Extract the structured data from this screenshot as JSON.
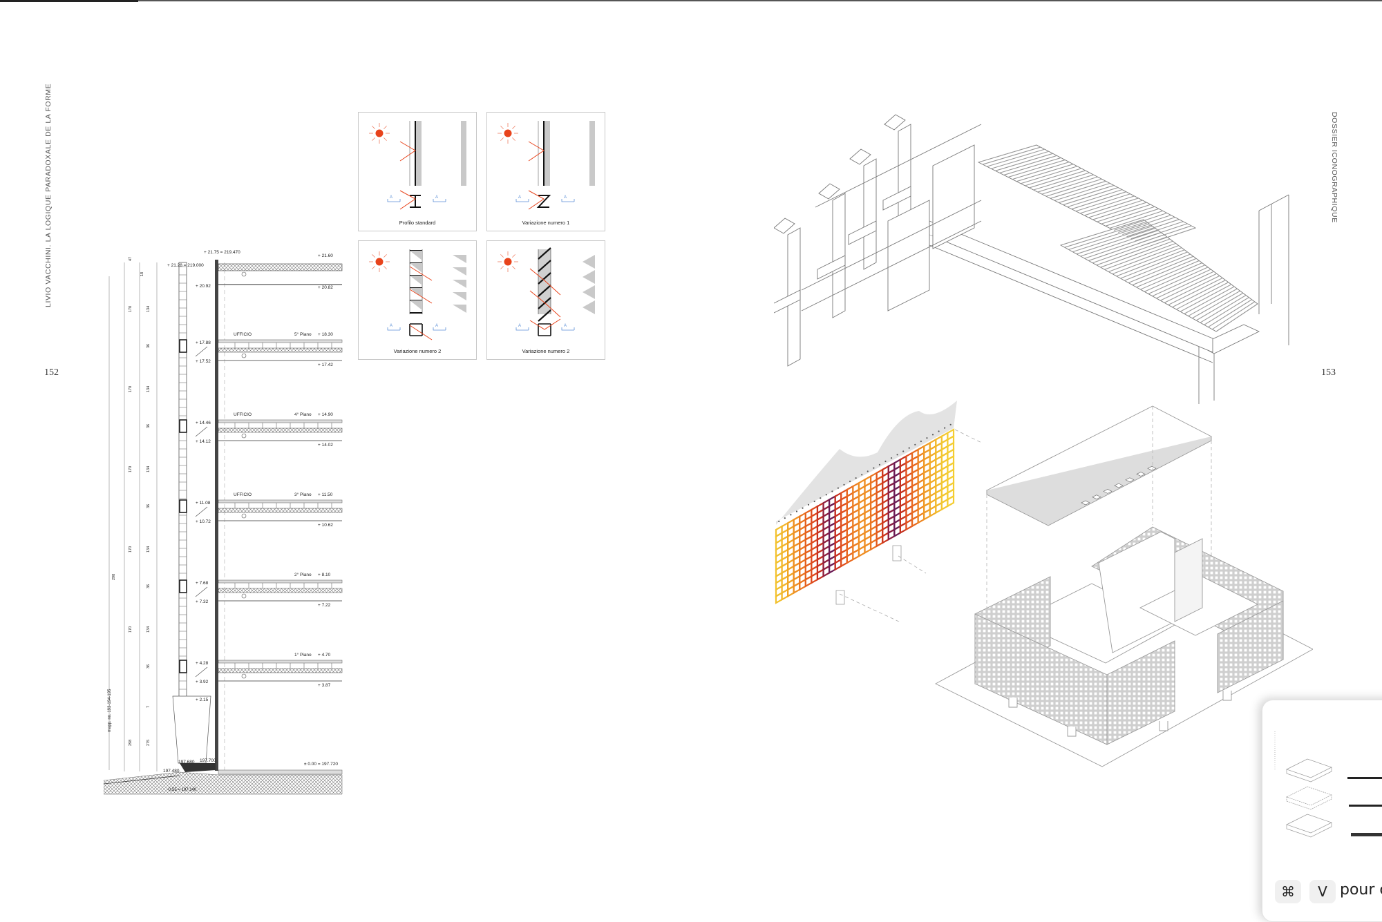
{
  "left_page": {
    "running_head": "LIVIO VACCHINI. LA LOGIQUE PARADOXALE DE LA FORME",
    "folio": "152"
  },
  "right_page": {
    "running_head": "DOSSIER ICONOGRAPHIQUE",
    "folio": "153"
  },
  "section": {
    "roof": {
      "parapet": "+ 21.75 = 219.470",
      "eave": "+ 21.28 = 219.000",
      "roof_level": "+ 21.60",
      "left_lower": "+ 20.92",
      "ceiling": "+ 20.82"
    },
    "floors": [
      {
        "room": "UFFICIO",
        "name": "5° Piano",
        "level": "+ 18.30",
        "left_top": "+ 17.88",
        "left_bottom": "+ 17.52",
        "below": "+ 17.42"
      },
      {
        "room": "UFFICIO",
        "name": "4° Piano",
        "level": "+ 14.90",
        "left_top": "+ 14.46",
        "left_bottom": "+ 14.12",
        "below": "+ 14.02"
      },
      {
        "room": "UFFICIO",
        "name": "3° Piano",
        "level": "+ 11.50",
        "left_top": "+ 11.08",
        "left_bottom": "+ 10.72",
        "below": "+ 10.62"
      },
      {
        "name": "2° Piano",
        "level": "+ 8.10",
        "left_top": "+ 7.68",
        "left_bottom": "+ 7.32",
        "below": "+ 7.22"
      },
      {
        "name": "1° Piano",
        "level": "+ 4.70",
        "left_top": "+ 4.28",
        "left_bottom": "+ 3.92",
        "below": "+ 3.87"
      }
    ],
    "dimensions": {
      "total": "298",
      "module": "170",
      "window": "134",
      "band": "36",
      "top": "47",
      "top_band": "18",
      "base": "298",
      "base_inner": "275",
      "step": "7"
    },
    "ground": {
      "plinth": "+ 2.15",
      "ext_low": "197.480",
      "ext_mid": "197.680",
      "ext_high": "197.700",
      "zero": "± 0.00 = 197.720",
      "sub": "-0.55 = 197.140",
      "parcel": "mapp. no. 193-194-195"
    }
  },
  "sun_panels": [
    {
      "caption": "Profilo standard",
      "marker": "A"
    },
    {
      "caption": "Variazione numero 1",
      "marker": "A"
    },
    {
      "caption": "Variazione numero 2",
      "marker": "A"
    },
    {
      "caption": "Variazione numero 2",
      "marker": "A"
    }
  ],
  "colors": {
    "sun": "#e8431b",
    "section_marker": "#5b8fd6",
    "drawing_grey": "#c9c9c9"
  },
  "facade": {
    "column_colors": [
      "#f2c12e",
      "#f2b52a",
      "#f0a324",
      "#ee8f22",
      "#ea7620",
      "#e5611e",
      "#de4a1e",
      "#c8301f",
      "#8e1f3f",
      "#6b1c55",
      "#c8301f",
      "#e0501e",
      "#e8661f",
      "#ec7d21",
      "#ef8d22",
      "#ef8d22",
      "#ea7320",
      "#e25a1e",
      "#cc371f",
      "#8a1e44",
      "#6b1c55",
      "#c43220",
      "#e0501e",
      "#e8691f",
      "#ed8421",
      "#f09a24",
      "#f1ab28",
      "#f2ba2b",
      "#f3c62f",
      "#f4cd31"
    ]
  },
  "paste_hint": {
    "key_cmd": "⌘",
    "key_v": "V",
    "text": "pour c"
  }
}
